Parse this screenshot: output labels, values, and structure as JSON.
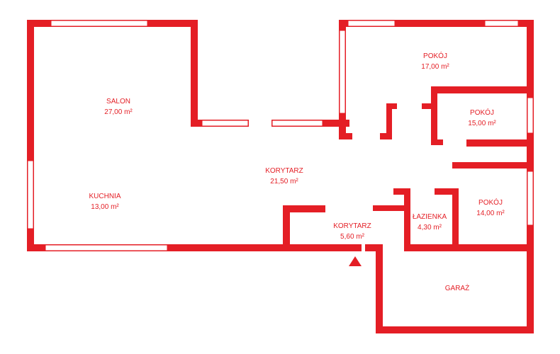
{
  "rooms": {
    "salon": {
      "name": "SALON",
      "area": "27,00 m²"
    },
    "kuchnia": {
      "name": "KUCHNIA",
      "area": "13,00 m²"
    },
    "korytarz_main": {
      "name": "KORYTARZ",
      "area": "21,50 m²"
    },
    "korytarz_small": {
      "name": "KORYTARZ",
      "area": "5,60 m²"
    },
    "pokoj_top": {
      "name": "POKÓJ",
      "area": "17,00 m²"
    },
    "pokoj_mid": {
      "name": "POKÓJ",
      "area": "15,00 m²"
    },
    "pokoj_low": {
      "name": "POKÓJ",
      "area": "14,00 m²"
    },
    "lazienka": {
      "name": "ŁAZIENKA",
      "area": "4,30 m²"
    },
    "garaz": {
      "name": "GARAŻ"
    }
  },
  "entrance": {
    "icon": "entrance-arrow-icon"
  },
  "colors": {
    "wall": "#e41e25",
    "background": "#ffffff",
    "window_fill": "#ffffff"
  }
}
